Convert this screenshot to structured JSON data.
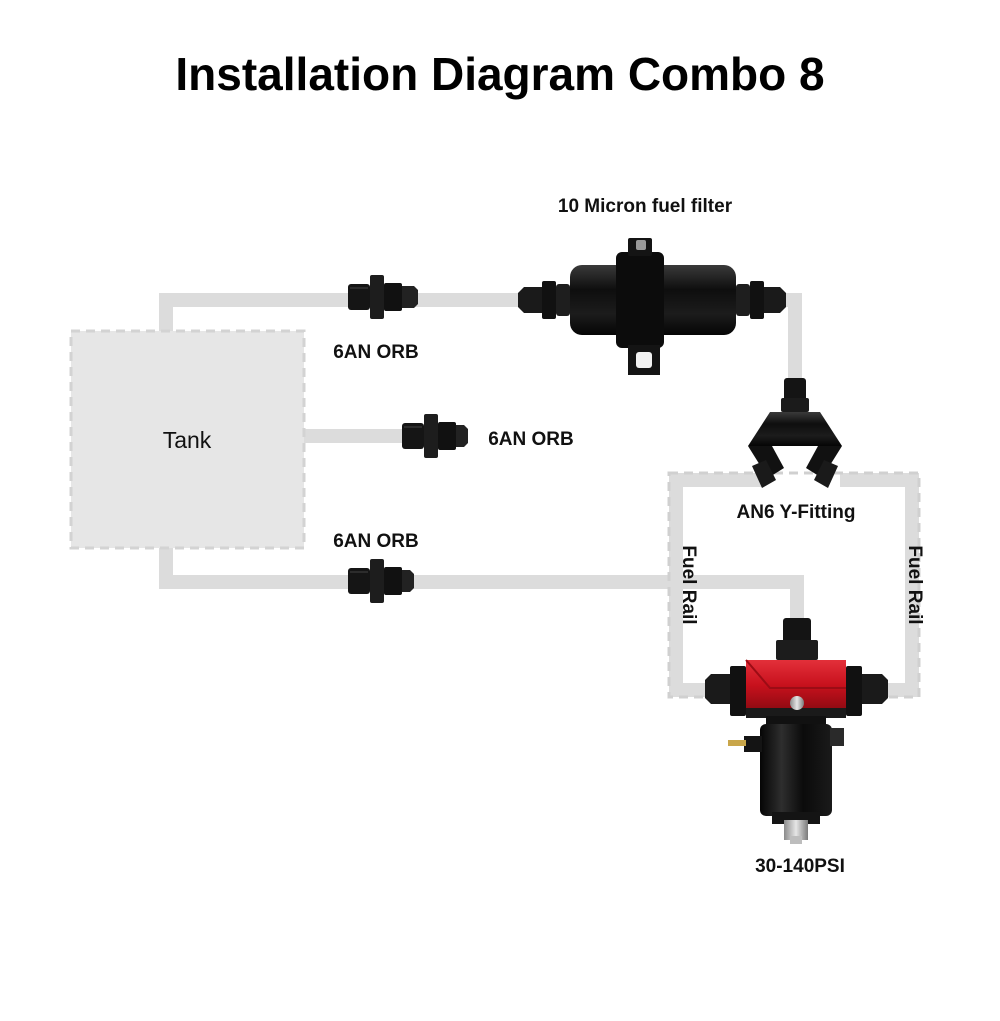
{
  "title": "Installation Diagram  Combo 8",
  "components": {
    "tank": {
      "label": "Tank"
    },
    "filter": {
      "label": "10 Micron fuel filter"
    },
    "orb_top": {
      "label": "6AN ORB"
    },
    "orb_middle": {
      "label": "6AN ORB"
    },
    "orb_bottom": {
      "label": "6AN ORB"
    },
    "y_fitting": {
      "label": "AN6 Y-Fitting"
    },
    "fuel_rail_left": {
      "label": "Fuel Rail"
    },
    "fuel_rail_right": {
      "label": "Fuel Rail"
    },
    "regulator": {
      "label": "30-140PSI",
      "accent_color": "#c8111d"
    }
  },
  "colors": {
    "pipe": "#dcdcdc",
    "tank_fill": "#e6e6e6",
    "fitting": "#151515",
    "regulator_red": "#c8111d",
    "brass": "#c9a64a"
  }
}
